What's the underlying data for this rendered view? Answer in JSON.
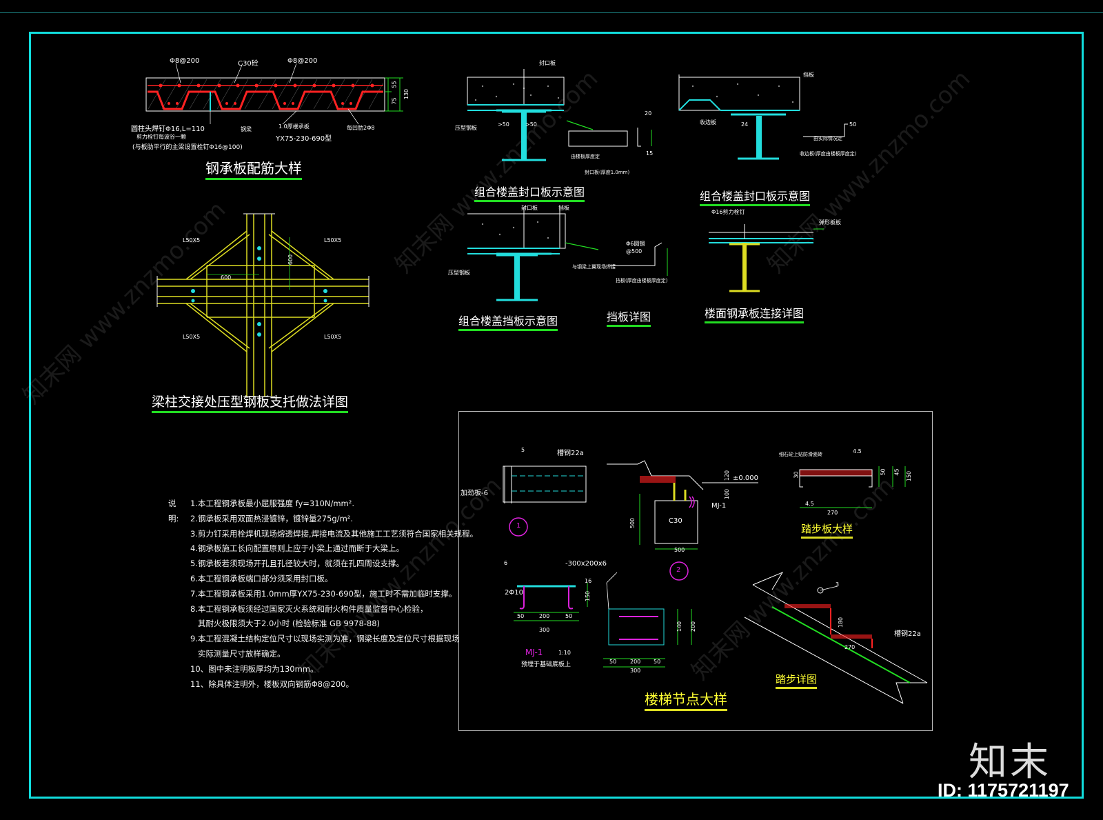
{
  "titles": {
    "deck_rebar": "钢承板配筋大样",
    "beam_column": "梁柱交接处压型钢板支托做法详图",
    "seal_plate_1": "组合楼盖封口板示意图",
    "seal_plate_2": "组合楼盖封口板示意图",
    "stop_plate_schem": "组合楼盖挡板示意图",
    "stop_plate_detail": "挡板详图",
    "deck_connect": "楼面钢承板连接详图",
    "stair_node": "楼梯节点大样",
    "tread_plate": "踏步板大样",
    "tread_detail": "踏步详图"
  },
  "deck_labels": {
    "rebar_left": "Φ8@200",
    "concrete": "C30砼",
    "rebar_right": "Φ8@200",
    "dim_55": "55",
    "dim_75": "75",
    "dim_130": "130",
    "stud": "圆柱头焊钉Φ16,L=110",
    "stud_note1": "剪力栓钉每波谷一颗",
    "stud_note2": "(与板肋平行的主梁设置栓钉Φ16@100)",
    "beam": "钢梁",
    "deck": "1.0厚楼承板",
    "deck_type": "YX75-230-690型",
    "rib_rebar": "每凹肋2Φ8"
  },
  "beam_col_labels": {
    "angle_tl": "L50X5",
    "angle_tr": "L50X5",
    "angle_bl": "L50X5",
    "angle_br": "L50X5",
    "dim_h": "600",
    "dim_v": "600"
  },
  "notes": {
    "label": "说明:",
    "items": [
      "1.本工程钢承板最小屈服强度 fy=310N/mm².",
      "2.钢承板采用双面热浸镀锌，镀锌量275g/m².",
      "3.剪力钉采用栓焊机现场熔透焊接,焊接电流及其他施工工艺须符合国家相关规程。",
      "4.钢承板施工长向配置原则上应于小梁上通过而断于大梁上。",
      "5.钢承板若须现场开孔且孔径较大时，就须在孔四周设支撑。",
      "6.本工程钢承板端口部分须采用封口板。",
      "7.本工程钢承板采用1.0mm厚YX75-230-690型，施工时不需加临时支撑。",
      "8.本工程钢承板须经过国家灭火系统和耐火构件质量监督中心检验，",
      "   其耐火极限须大于2.0小时 (检验标准 GB 9978-88)",
      "9.本工程混凝土结构定位尺寸以现场实测为准，钢梁长度及定位尺寸根据现场",
      "   实际测量尺寸放样确定。",
      "10、图中未注明板厚均为130mm。",
      "11、除具体注明外，楼板双向钢筋Φ8@200。"
    ]
  },
  "seal_labels": {
    "seal_plate": "封口板",
    "deck": "压型钢板",
    "dim_a": ">50",
    "dim_b": ">50",
    "plate_len": "由楼板厚度定",
    "plate_thk": "封口板(厚度1.0mm)",
    "d20": "20",
    "d15": "15",
    "stop": "挡板",
    "deck2": "收边板",
    "note2": "由实际情况定",
    "note3": "收边板(厚度由楼板厚度定)",
    "d24": "24",
    "d50": "50"
  },
  "stop_labels": {
    "seal_plate": "封口板",
    "stop": "挡板",
    "deck": "压型钢板",
    "rebar": "Φ6圆钢",
    "spacing": "@500",
    "weld_note": "与钢梁上翼现场焊接",
    "plate_note": "挡板(厚度由楼板厚度定)",
    "stud": "Φ16剪力栓钉",
    "edge": "弹形板板"
  },
  "stair_labels": {
    "channel": "槽钢22a",
    "stiffener": "加劲板-6",
    "w5": "5",
    "node1": "1",
    "node2": "2",
    "elev": "±0.000",
    "mj1": "MJ-1",
    "c30": "C30",
    "d500v": "500",
    "d500h": "500",
    "d120": "120",
    "d100": "100",
    "plate": "-300x200x6",
    "w6": "6",
    "rebar2": "2Φ10",
    "d150": "150",
    "d16": "16",
    "d50a": "50",
    "d200a": "200",
    "d50b": "50",
    "d300a": "300",
    "mj_title": "MJ-1",
    "scale": "1:10",
    "embed": "预埋于基础底板上",
    "d140": "140",
    "d200v": "200",
    "d50c": "50",
    "d200b": "200",
    "d50d": "50",
    "d300b": "300",
    "tread_note": "细石砼上贴防滑瓷砖",
    "d4_5a": "4.5",
    "d4_5b": "4.5",
    "d30": "30",
    "d50t": "50",
    "d45": "45",
    "d150t": "150",
    "d270": "270",
    "d270b": "270",
    "d180": "180",
    "channel2": "槽钢22a",
    "w3": "3"
  },
  "watermark": "知末网 www.znzmo.com",
  "logo": "知末",
  "id_label": "ID: 1175721197",
  "colors": {
    "frame": "#11dddd",
    "title_green_underline": "#22dd22",
    "title_yellow": "#ffff33",
    "deck_red": "#ff2222",
    "steel_cyan": "#22dddd",
    "brace_yellow": "#dddd22",
    "dim_green": "#22dd22",
    "magenta": "#dd22dd"
  }
}
